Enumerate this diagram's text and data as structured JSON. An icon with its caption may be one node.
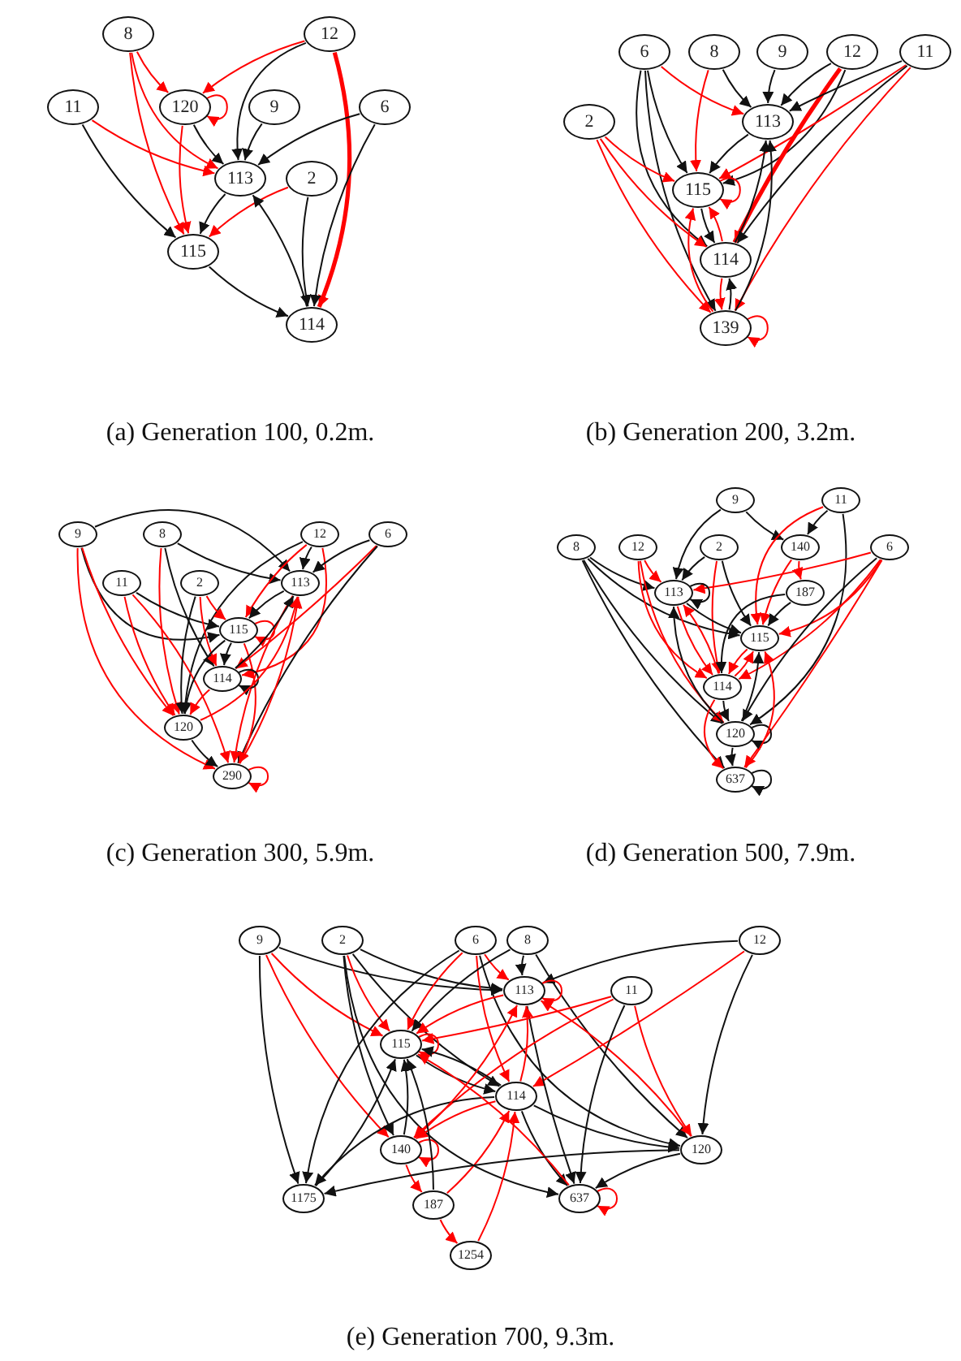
{
  "diagram": {
    "nodes": [
      {
        "text": [
          "8"
        ]
      },
      {
        "text": [
          "12"
        ]
      },
      {
        "text": [
          "11"
        ]
      },
      {
        "text": [
          "120"
        ]
      },
      {
        "text": [
          "9"
        ]
      },
      {
        "text": [
          "6"
        ]
      },
      {
        "text": [
          "113"
        ]
      },
      {
        "text": [
          "2"
        ]
      },
      {
        "text": [
          "115"
        ]
      },
      {
        "text": [
          "114"
        ]
      },
      {
        "text": [
          "6"
        ]
      },
      {
        "text": [
          "8"
        ]
      },
      {
        "text": [
          "9"
        ]
      },
      {
        "text": [
          "12"
        ]
      },
      {
        "text": [
          "11"
        ]
      },
      {
        "text": [
          "2"
        ]
      },
      {
        "text": [
          "113"
        ]
      },
      {
        "text": [
          "115"
        ]
      },
      {
        "text": [
          "114"
        ]
      },
      {
        "text": [
          "139"
        ]
      },
      {
        "text": [
          "9"
        ]
      },
      {
        "text": [
          "8"
        ]
      },
      {
        "text": [
          "12"
        ]
      },
      {
        "text": [
          "6"
        ]
      },
      {
        "text": [
          "11"
        ]
      },
      {
        "text": [
          "2"
        ]
      },
      {
        "text": [
          "113"
        ]
      },
      {
        "text": [
          "115"
        ]
      },
      {
        "text": [
          "114"
        ]
      },
      {
        "text": [
          "120"
        ]
      },
      {
        "text": [
          "290"
        ]
      },
      {
        "text": [
          "9"
        ]
      },
      {
        "text": [
          "11"
        ]
      },
      {
        "text": [
          "8"
        ]
      },
      {
        "text": [
          "12"
        ]
      },
      {
        "text": [
          "2"
        ]
      },
      {
        "text": [
          "140"
        ]
      },
      {
        "text": [
          "6"
        ]
      },
      {
        "text": [
          "113"
        ]
      },
      {
        "text": [
          "187"
        ]
      },
      {
        "text": [
          "115"
        ]
      },
      {
        "text": [
          "114"
        ]
      },
      {
        "text": [
          "120"
        ]
      },
      {
        "text": [
          "637"
        ]
      },
      {
        "text": [
          "9"
        ]
      },
      {
        "text": [
          "2"
        ]
      },
      {
        "text": [
          "6"
        ]
      },
      {
        "text": [
          "8"
        ]
      },
      {
        "text": [
          "12"
        ]
      },
      {
        "text": [
          "113"
        ]
      },
      {
        "text": [
          "11"
        ]
      },
      {
        "text": [
          "115"
        ]
      },
      {
        "text": [
          "114"
        ]
      },
      {
        "text": [
          "140"
        ]
      },
      {
        "text": [
          "120"
        ]
      },
      {
        "text": [
          "1175"
        ]
      },
      {
        "text": [
          "187"
        ]
      },
      {
        "text": [
          "637"
        ]
      },
      {
        "text": [
          "1254"
        ]
      }
    ],
    "edges": [
      {
        "from": 0,
        "to": 3,
        "arrow": "to",
        "color": "#ff0000"
      },
      {
        "from": 0,
        "to": 6,
        "arrow": "to",
        "color": "#ff0000"
      },
      {
        "from": 0,
        "to": 8,
        "arrow": "to",
        "color": "#ff0000"
      },
      {
        "from": 1,
        "to": 3,
        "arrow": "to",
        "color": "#ff0000"
      },
      {
        "from": 1,
        "to": 6,
        "arrow": "to"
      },
      {
        "from": 1,
        "to": 9,
        "arrow": "to",
        "color": "#ff0000",
        "style": "thick"
      },
      {
        "from": 3,
        "to": 3,
        "arrow": "to",
        "color": "#ff0000"
      },
      {
        "from": 2,
        "to": 6,
        "arrow": "to",
        "color": "#ff0000"
      },
      {
        "from": 2,
        "to": 8,
        "arrow": "to"
      },
      {
        "from": 3,
        "to": 6,
        "arrow": "to"
      },
      {
        "from": 3,
        "to": 8,
        "arrow": "to",
        "color": "#ff0000"
      },
      {
        "from": 4,
        "to": 6,
        "arrow": "to"
      },
      {
        "from": 5,
        "to": 6,
        "arrow": "to"
      },
      {
        "from": 5,
        "to": 9,
        "arrow": "to"
      },
      {
        "from": 6,
        "to": 8,
        "arrow": "to"
      },
      {
        "from": 7,
        "to": 8,
        "arrow": "to",
        "color": "#ff0000"
      },
      {
        "from": 7,
        "to": 9,
        "arrow": "to"
      },
      {
        "from": 8,
        "to": 9,
        "arrow": "to"
      },
      {
        "from": 9,
        "to": 6,
        "arrow": "to"
      },
      {
        "from": 10,
        "to": 16,
        "arrow": "to",
        "color": "#ff0000"
      },
      {
        "from": 10,
        "to": 17,
        "arrow": "to"
      },
      {
        "from": 10,
        "to": 18,
        "arrow": "to"
      },
      {
        "from": 10,
        "to": 19,
        "arrow": "to"
      },
      {
        "from": 11,
        "to": 17,
        "arrow": "to",
        "color": "#ff0000"
      },
      {
        "from": 11,
        "to": 16,
        "arrow": "to"
      },
      {
        "from": 12,
        "to": 16,
        "arrow": "to"
      },
      {
        "from": 13,
        "to": 16,
        "arrow": "to"
      },
      {
        "from": 13,
        "to": 17,
        "arrow": "to"
      },
      {
        "from": 13,
        "to": 18,
        "arrow": "to",
        "color": "#ff0000",
        "style": "thick"
      },
      {
        "from": 14,
        "to": 16,
        "arrow": "to"
      },
      {
        "from": 14,
        "to": 17,
        "arrow": "to",
        "color": "#ff0000"
      },
      {
        "from": 14,
        "to": 18,
        "arrow": "to"
      },
      {
        "from": 14,
        "to": 19,
        "arrow": "to",
        "color": "#ff0000"
      },
      {
        "from": 15,
        "to": 17,
        "arrow": "to",
        "color": "#ff0000"
      },
      {
        "from": 15,
        "to": 18,
        "arrow": "to",
        "color": "#ff0000"
      },
      {
        "from": 15,
        "to": 19,
        "arrow": "to",
        "color": "#ff0000"
      },
      {
        "from": 16,
        "to": 17,
        "arrow": "to"
      },
      {
        "from": 17,
        "to": 17,
        "arrow": "to",
        "color": "#ff0000"
      },
      {
        "from": 17,
        "to": 18,
        "arrow": "to"
      },
      {
        "from": 18,
        "to": 17,
        "arrow": "to",
        "color": "#ff0000"
      },
      {
        "from": 18,
        "to": 16,
        "arrow": "to"
      },
      {
        "from": 18,
        "to": 19,
        "arrow": "to",
        "color": "#ff0000"
      },
      {
        "from": 19,
        "to": 18,
        "arrow": "to"
      },
      {
        "from": 19,
        "to": 16,
        "arrow": "to"
      },
      {
        "from": 19,
        "to": 17,
        "arrow": "to",
        "color": "#ff0000"
      },
      {
        "from": 19,
        "to": 19,
        "arrow": "to",
        "color": "#ff0000"
      },
      {
        "from": 20,
        "to": 26,
        "arrow": "to"
      },
      {
        "from": 20,
        "to": 27,
        "arrow": "to"
      },
      {
        "from": 20,
        "to": 29,
        "arrow": "to",
        "color": "#ff0000"
      },
      {
        "from": 20,
        "to": 30,
        "arrow": "to",
        "color": "#ff0000"
      },
      {
        "from": 21,
        "to": 26,
        "arrow": "to"
      },
      {
        "from": 21,
        "to": 28,
        "arrow": "to"
      },
      {
        "from": 21,
        "to": 29,
        "arrow": "to",
        "color": "#ff0000"
      },
      {
        "from": 22,
        "to": 26,
        "arrow": "to"
      },
      {
        "from": 22,
        "to": 27,
        "arrow": "to",
        "color": "#ff0000"
      },
      {
        "from": 22,
        "to": 28,
        "arrow": "to",
        "color": "#ff0000"
      },
      {
        "from": 22,
        "to": 29,
        "arrow": "to"
      },
      {
        "from": 23,
        "to": 26,
        "arrow": "to"
      },
      {
        "from": 23,
        "to": 28,
        "arrow": "to",
        "color": "#ff0000"
      },
      {
        "from": 23,
        "to": 30,
        "arrow": "to"
      },
      {
        "from": 24,
        "to": 27,
        "arrow": "to"
      },
      {
        "from": 24,
        "to": 29,
        "arrow": "to",
        "color": "#ff0000"
      },
      {
        "from": 24,
        "to": 30,
        "arrow": "to",
        "color": "#ff0000"
      },
      {
        "from": 25,
        "to": 27,
        "arrow": "to",
        "color": "#ff0000"
      },
      {
        "from": 25,
        "to": 28,
        "arrow": "to",
        "color": "#ff0000"
      },
      {
        "from": 25,
        "to": 29,
        "arrow": "to"
      },
      {
        "from": 26,
        "to": 27,
        "arrow": "to"
      },
      {
        "from": 26,
        "to": 30,
        "arrow": "to",
        "color": "#ff0000"
      },
      {
        "from": 27,
        "to": 27,
        "arrow": "to",
        "color": "#ff0000"
      },
      {
        "from": 27,
        "to": 28,
        "arrow": "to"
      },
      {
        "from": 27,
        "to": 29,
        "arrow": "to"
      },
      {
        "from": 27,
        "to": 30,
        "arrow": "to",
        "color": "#ff0000"
      },
      {
        "from": 28,
        "to": 26,
        "arrow": "to"
      },
      {
        "from": 28,
        "to": 28,
        "arrow": "to"
      },
      {
        "from": 28,
        "to": 29,
        "arrow": "to",
        "color": "#ff0000"
      },
      {
        "from": 29,
        "to": 26,
        "arrow": "to",
        "color": "#ff0000"
      },
      {
        "from": 29,
        "to": 30,
        "arrow": "to"
      },
      {
        "from": 30,
        "to": 26,
        "arrow": "to",
        "color": "#ff0000"
      },
      {
        "from": 30,
        "to": 30,
        "arrow": "to",
        "color": "#ff0000"
      },
      {
        "from": 31,
        "to": 38,
        "arrow": "to"
      },
      {
        "from": 31,
        "to": 36,
        "arrow": "to"
      },
      {
        "from": 32,
        "to": 36,
        "arrow": "to"
      },
      {
        "from": 32,
        "to": 40,
        "arrow": "to",
        "color": "#ff0000"
      },
      {
        "from": 32,
        "to": 42,
        "arrow": "to"
      },
      {
        "from": 33,
        "to": 38,
        "arrow": "to"
      },
      {
        "from": 33,
        "to": 40,
        "arrow": "to"
      },
      {
        "from": 33,
        "to": 42,
        "arrow": "to"
      },
      {
        "from": 33,
        "to": 43,
        "arrow": "to"
      },
      {
        "from": 34,
        "to": 38,
        "arrow": "to",
        "color": "#ff0000"
      },
      {
        "from": 34,
        "to": 41,
        "arrow": "to",
        "color": "#ff0000"
      },
      {
        "from": 34,
        "to": 42,
        "arrow": "to",
        "color": "#ff0000"
      },
      {
        "from": 35,
        "to": 38,
        "arrow": "to"
      },
      {
        "from": 35,
        "to": 40,
        "arrow": "to"
      },
      {
        "from": 35,
        "to": 41,
        "arrow": "to",
        "color": "#ff0000"
      },
      {
        "from": 36,
        "to": 39,
        "arrow": "to",
        "color": "#ff0000"
      },
      {
        "from": 36,
        "to": 40,
        "arrow": "to",
        "color": "#ff0000"
      },
      {
        "from": 37,
        "to": 38,
        "arrow": "to",
        "color": "#ff0000"
      },
      {
        "from": 37,
        "to": 40,
        "arrow": "to",
        "color": "#ff0000"
      },
      {
        "from": 37,
        "to": 41,
        "arrow": "to",
        "color": "#ff0000"
      },
      {
        "from": 37,
        "to": 42,
        "arrow": "to"
      },
      {
        "from": 37,
        "to": 43,
        "arrow": "to",
        "color": "#ff0000"
      },
      {
        "from": 38,
        "to": 38,
        "arrow": "to"
      },
      {
        "from": 38,
        "to": 40,
        "arrow": "to"
      },
      {
        "from": 38,
        "to": 41,
        "arrow": "to",
        "color": "#ff0000"
      },
      {
        "from": 39,
        "to": 40,
        "arrow": "to"
      },
      {
        "from": 39,
        "to": 41,
        "arrow": "to"
      },
      {
        "from": 40,
        "to": 41,
        "arrow": "to",
        "color": "#ff0000"
      },
      {
        "from": 41,
        "to": 38,
        "arrow": "to",
        "color": "#ff0000"
      },
      {
        "from": 41,
        "to": 40,
        "arrow": "to",
        "color": "#ff0000"
      },
      {
        "from": 41,
        "to": 42,
        "arrow": "to"
      },
      {
        "from": 41,
        "to": 43,
        "arrow": "to",
        "color": "#ff0000"
      },
      {
        "from": 42,
        "to": 38,
        "arrow": "to"
      },
      {
        "from": 42,
        "to": 40,
        "arrow": "to"
      },
      {
        "from": 42,
        "to": 42,
        "arrow": "to"
      },
      {
        "from": 42,
        "to": 43,
        "arrow": "to"
      },
      {
        "from": 43,
        "to": 40,
        "arrow": "to",
        "color": "#ff0000"
      },
      {
        "from": 43,
        "to": 43,
        "arrow": "to"
      },
      {
        "from": 44,
        "to": 49,
        "arrow": "to"
      },
      {
        "from": 44,
        "to": 51,
        "arrow": "to",
        "color": "#ff0000"
      },
      {
        "from": 44,
        "to": 53,
        "arrow": "to",
        "color": "#ff0000"
      },
      {
        "from": 44,
        "to": 55,
        "arrow": "to"
      },
      {
        "from": 45,
        "to": 49,
        "arrow": "to"
      },
      {
        "from": 45,
        "to": 51,
        "arrow": "to",
        "color": "#ff0000"
      },
      {
        "from": 45,
        "to": 53,
        "arrow": "to"
      },
      {
        "from": 45,
        "to": 52,
        "arrow": "to"
      },
      {
        "from": 45,
        "to": 57,
        "arrow": "to"
      },
      {
        "from": 46,
        "to": 49,
        "arrow": "to",
        "color": "#ff0000"
      },
      {
        "from": 46,
        "to": 51,
        "arrow": "to",
        "color": "#ff0000"
      },
      {
        "from": 46,
        "to": 52,
        "arrow": "to",
        "color": "#ff0000"
      },
      {
        "from": 46,
        "to": 54,
        "arrow": "to"
      },
      {
        "from": 46,
        "to": 55,
        "arrow": "to"
      },
      {
        "from": 47,
        "to": 49,
        "arrow": "to"
      },
      {
        "from": 47,
        "to": 51,
        "arrow": "to"
      },
      {
        "from": 47,
        "to": 54,
        "arrow": "to"
      },
      {
        "from": 48,
        "to": 49,
        "arrow": "to"
      },
      {
        "from": 48,
        "to": 52,
        "arrow": "to",
        "color": "#ff0000"
      },
      {
        "from": 48,
        "to": 54,
        "arrow": "to"
      },
      {
        "from": 49,
        "to": 49,
        "arrow": "to",
        "color": "#ff0000"
      },
      {
        "from": 49,
        "to": 51,
        "arrow": "to",
        "color": "#ff0000"
      },
      {
        "from": 54,
        "to": 49,
        "arrow": "to",
        "color": "#ff0000"
      },
      {
        "from": 49,
        "to": 57,
        "arrow": "to"
      },
      {
        "from": 50,
        "to": 51,
        "arrow": "to",
        "color": "#ff0000"
      },
      {
        "from": 50,
        "to": 53,
        "arrow": "to",
        "color": "#ff0000"
      },
      {
        "from": 50,
        "to": 54,
        "arrow": "to",
        "color": "#ff0000"
      },
      {
        "from": 50,
        "to": 57,
        "arrow": "to"
      },
      {
        "from": 51,
        "to": 51,
        "arrow": "to",
        "color": "#ff0000"
      },
      {
        "from": 51,
        "to": 52,
        "arrow": "to"
      },
      {
        "from": 52,
        "to": 51,
        "arrow": "to"
      },
      {
        "from": 52,
        "to": 49,
        "arrow": "to",
        "color": "#ff0000"
      },
      {
        "from": 52,
        "to": 53,
        "arrow": "to",
        "color": "#ff0000"
      },
      {
        "from": 52,
        "to": 54,
        "arrow": "to"
      },
      {
        "from": 52,
        "to": 57,
        "arrow": "to"
      },
      {
        "from": 52,
        "to": 55,
        "arrow": "to"
      },
      {
        "from": 53,
        "to": 51,
        "arrow": "to"
      },
      {
        "from": 53,
        "to": 49,
        "arrow": "to",
        "color": "#ff0000"
      },
      {
        "from": 53,
        "to": 53,
        "arrow": "to",
        "color": "#ff0000"
      },
      {
        "from": 53,
        "to": 56,
        "arrow": "to",
        "color": "#ff0000"
      },
      {
        "from": 56,
        "to": 52,
        "arrow": "to",
        "color": "#ff0000"
      },
      {
        "from": 56,
        "to": 51,
        "arrow": "to"
      },
      {
        "from": 56,
        "to": 58,
        "arrow": "to",
        "color": "#ff0000"
      },
      {
        "from": 58,
        "to": 52,
        "arrow": "to",
        "color": "#ff0000"
      },
      {
        "from": 57,
        "to": 51,
        "arrow": "to",
        "color": "#ff0000"
      },
      {
        "from": 57,
        "to": 57,
        "arrow": "to",
        "color": "#ff0000"
      },
      {
        "from": 54,
        "to": 57,
        "arrow": "to"
      },
      {
        "from": 54,
        "to": 55,
        "arrow": "to"
      },
      {
        "from": 55,
        "to": 51,
        "arrow": "to"
      }
    ],
    "labels": [
      "(a) Generation 100, 0.2m.",
      "(b) Generation 200, 3.2m.",
      "(c) Generation 300, 5.9m.",
      "(d) Generation 500, 7.9m.",
      "(e) Generation 700, 9.3m."
    ]
  }
}
